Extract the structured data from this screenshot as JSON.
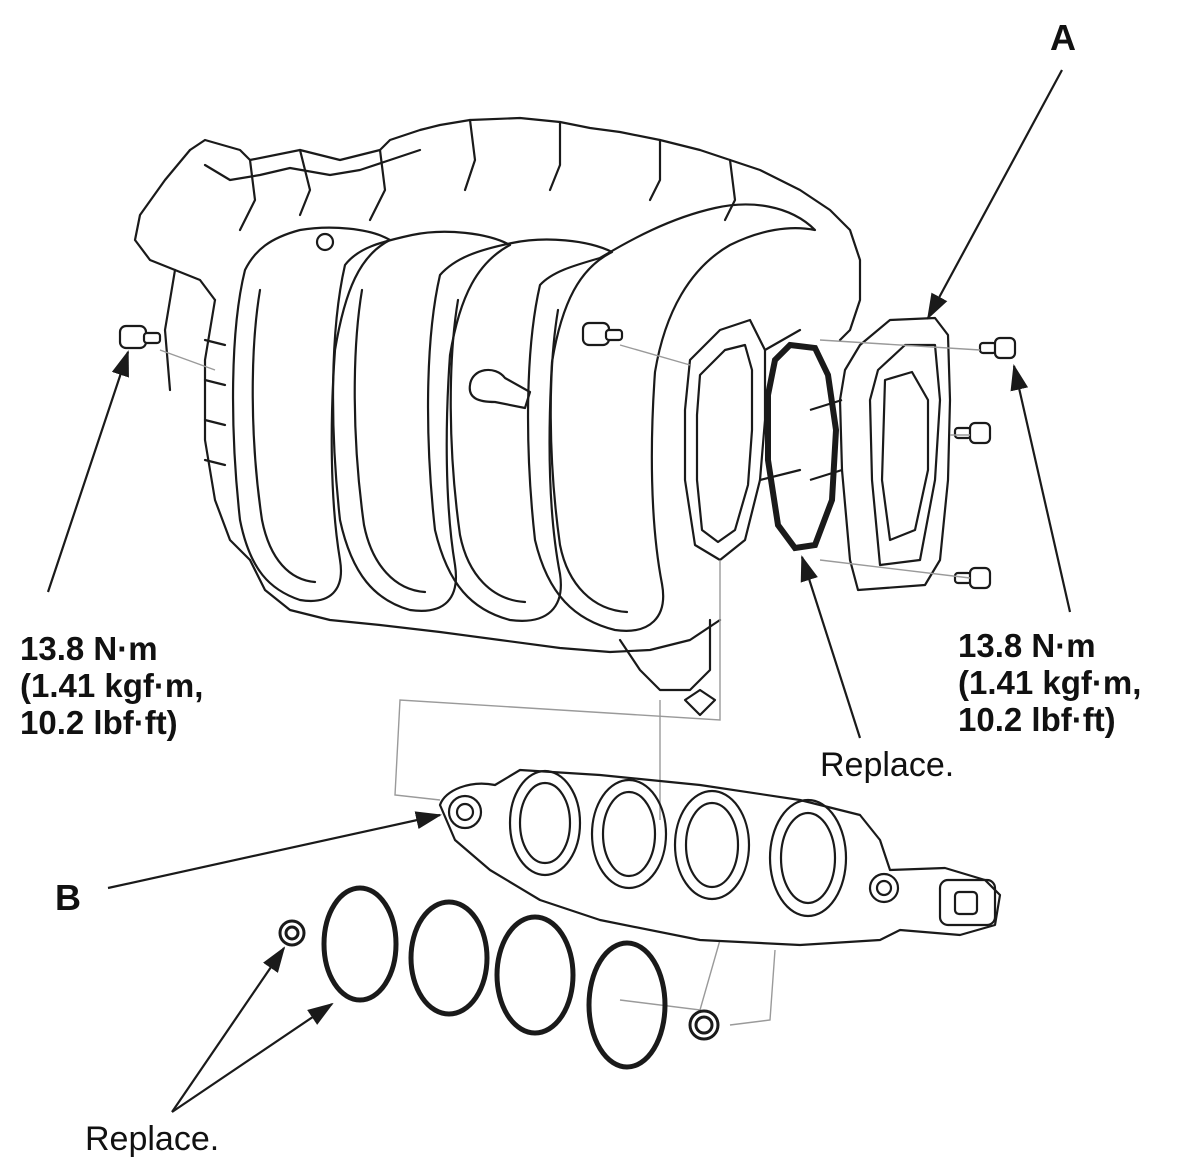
{
  "callouts": {
    "a": "A",
    "b": "B"
  },
  "torque_left": {
    "line1": "13.8 N·m",
    "line2": "(1.41 kgf·m,",
    "line3": "10.2 lbf·ft)"
  },
  "torque_right": {
    "line1": "13.8 N·m",
    "line2": "(1.41 kgf·m,",
    "line3": "10.2 lbf·ft)"
  },
  "notes": {
    "replace_gasket": "Replace.",
    "replace_seals": "Replace."
  },
  "colors": {
    "line": "#1a1a1a",
    "guide": "#9a9a9a",
    "background": "#ffffff"
  }
}
